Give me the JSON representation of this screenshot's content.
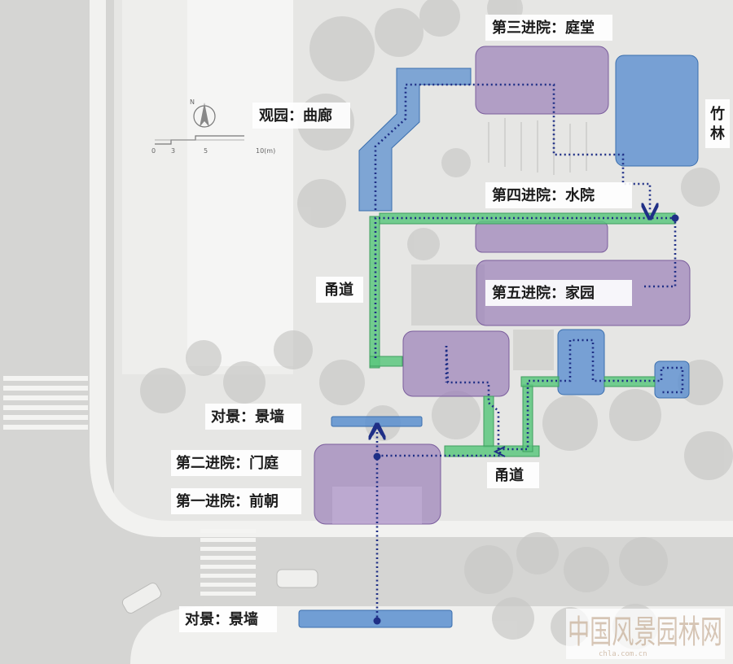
{
  "labels": {
    "courtyard3": "第三进院：庭堂",
    "garden_corridor": "观园：曲廊",
    "bamboo": "竹林",
    "courtyard4": "第四进院：水院",
    "passage_left": "甬道",
    "courtyard5": "第五进院：家园",
    "screen_wall_upper": "对景：景墙",
    "courtyard2": "第二进院：门庭",
    "passage_bottom": "甬道",
    "courtyard1": "第一进院：前朝",
    "screen_wall_lower": "对景：景墙"
  },
  "scale_bar": {
    "ticks": [
      "0",
      "3",
      "5",
      "10(m)"
    ]
  },
  "compass": {
    "letter": "N"
  },
  "watermark": {
    "text": "中国风景园林网",
    "sub": "chla.com.cn"
  },
  "colors": {
    "purple_zone": "#9a7fb8",
    "blue_zone": "#5b8fcf",
    "green_path": "#5cc77f",
    "route_line": "#1f2f86"
  }
}
